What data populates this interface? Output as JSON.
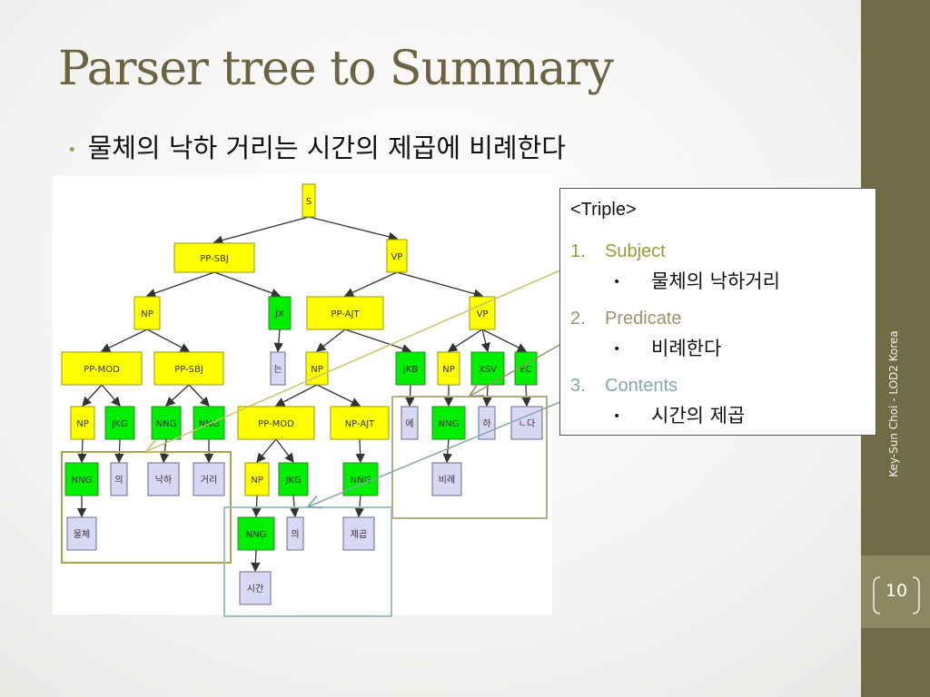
{
  "slide": {
    "title": "Parser tree to Summary",
    "bullet": "물체의 낙하 거리는 시간의 제곱에 비례한다",
    "footer": "Key-Sun Choi - LOD2 Korea",
    "page_number": "10"
  },
  "triple": {
    "title": "<Triple>",
    "items": [
      {
        "number": "1.",
        "label": "Subject",
        "value": "물체의 낙하거리",
        "color": "#9a9a3c"
      },
      {
        "number": "2.",
        "label": "Predicate",
        "value": "비례한다",
        "color": "#9b956a"
      },
      {
        "number": "3.",
        "label": "Contents",
        "value": "시간의 제곱",
        "color": "#82a9ad"
      }
    ]
  },
  "tree": {
    "colors": {
      "yellow": "#ffff00",
      "green": "#00ee00",
      "lavender": "#d8d8f4"
    },
    "nodes": [
      {
        "id": "S",
        "label": "S",
        "color": "yellow"
      },
      {
        "id": "PPSBJ",
        "label": "PP-SBJ",
        "color": "yellow"
      },
      {
        "id": "VP1",
        "label": "VP",
        "color": "yellow"
      },
      {
        "id": "NP1",
        "label": "NP",
        "color": "yellow"
      },
      {
        "id": "JX",
        "label": "JX",
        "color": "green"
      },
      {
        "id": "PPAJT",
        "label": "PP-AJT",
        "color": "yellow"
      },
      {
        "id": "VP2",
        "label": "VP",
        "color": "yellow"
      },
      {
        "id": "PPMOD1",
        "label": "PP-MOD",
        "color": "yellow"
      },
      {
        "id": "PPSBJ2",
        "label": "PP-SBJ",
        "color": "yellow"
      },
      {
        "id": "neun",
        "label": "는",
        "color": "lavender"
      },
      {
        "id": "NP2",
        "label": "NP",
        "color": "yellow"
      },
      {
        "id": "JKB",
        "label": "JKB",
        "color": "green"
      },
      {
        "id": "NP3",
        "label": "NP",
        "color": "yellow"
      },
      {
        "id": "XSV",
        "label": "XSV",
        "color": "green"
      },
      {
        "id": "EC",
        "label": "EC",
        "color": "green"
      },
      {
        "id": "NP4",
        "label": "NP",
        "color": "yellow"
      },
      {
        "id": "JKG1",
        "label": "JKG",
        "color": "green"
      },
      {
        "id": "NNG1",
        "label": "NNG",
        "color": "green"
      },
      {
        "id": "NNG2",
        "label": "NNG",
        "color": "green"
      },
      {
        "id": "PPMOD2",
        "label": "PP-MOD",
        "color": "yellow"
      },
      {
        "id": "NPAJT",
        "label": "NP-AJT",
        "color": "yellow"
      },
      {
        "id": "e",
        "label": "에",
        "color": "lavender"
      },
      {
        "id": "NNG3",
        "label": "NNG",
        "color": "green"
      },
      {
        "id": "ha",
        "label": "하",
        "color": "lavender"
      },
      {
        "id": "nda",
        "label": "ㄴ다",
        "color": "lavender"
      },
      {
        "id": "NNG4",
        "label": "NNG",
        "color": "green"
      },
      {
        "id": "ui1",
        "label": "의",
        "color": "lavender"
      },
      {
        "id": "nakha",
        "label": "낙하",
        "color": "lavender"
      },
      {
        "id": "geori",
        "label": "거리",
        "color": "lavender"
      },
      {
        "id": "NP5",
        "label": "NP",
        "color": "yellow"
      },
      {
        "id": "JKG2",
        "label": "JKG",
        "color": "green"
      },
      {
        "id": "NNG5",
        "label": "NNG",
        "color": "green"
      },
      {
        "id": "birye",
        "label": "비례",
        "color": "lavender"
      },
      {
        "id": "mulche",
        "label": "물체",
        "color": "lavender"
      },
      {
        "id": "NNG6",
        "label": "NNG",
        "color": "green"
      },
      {
        "id": "ui2",
        "label": "의",
        "color": "lavender"
      },
      {
        "id": "jegop",
        "label": "제곱",
        "color": "lavender"
      },
      {
        "id": "sigan",
        "label": "시간",
        "color": "lavender"
      }
    ],
    "edges": [
      [
        "S",
        "PPSBJ"
      ],
      [
        "S",
        "VP1"
      ],
      [
        "PPSBJ",
        "NP1"
      ],
      [
        "PPSBJ",
        "JX"
      ],
      [
        "VP1",
        "PPAJT"
      ],
      [
        "VP1",
        "VP2"
      ],
      [
        "NP1",
        "PPMOD1"
      ],
      [
        "NP1",
        "PPSBJ2"
      ],
      [
        "JX",
        "neun"
      ],
      [
        "PPAJT",
        "NP2"
      ],
      [
        "PPAJT",
        "JKB"
      ],
      [
        "VP2",
        "NP3"
      ],
      [
        "VP2",
        "XSV"
      ],
      [
        "VP2",
        "EC"
      ],
      [
        "PPMOD1",
        "NP4"
      ],
      [
        "PPMOD1",
        "JKG1"
      ],
      [
        "PPSBJ2",
        "NNG1"
      ],
      [
        "PPSBJ2",
        "NNG2"
      ],
      [
        "NP2",
        "PPMOD2"
      ],
      [
        "NP2",
        "NPAJT"
      ],
      [
        "JKB",
        "e"
      ],
      [
        "NP3",
        "NNG3"
      ],
      [
        "XSV",
        "ha"
      ],
      [
        "EC",
        "nda"
      ],
      [
        "NP4",
        "NNG4"
      ],
      [
        "JKG1",
        "ui1"
      ],
      [
        "NNG1",
        "nakha"
      ],
      [
        "NNG2",
        "geori"
      ],
      [
        "PPMOD2",
        "NP5"
      ],
      [
        "PPMOD2",
        "JKG2"
      ],
      [
        "NPAJT",
        "NNG5"
      ],
      [
        "NNG3",
        "birye"
      ],
      [
        "NNG4",
        "mulche"
      ],
      [
        "NP5",
        "NNG6"
      ],
      [
        "JKG2",
        "ui2"
      ],
      [
        "NNG5",
        "jegop"
      ],
      [
        "NNG6",
        "sigan"
      ]
    ]
  }
}
